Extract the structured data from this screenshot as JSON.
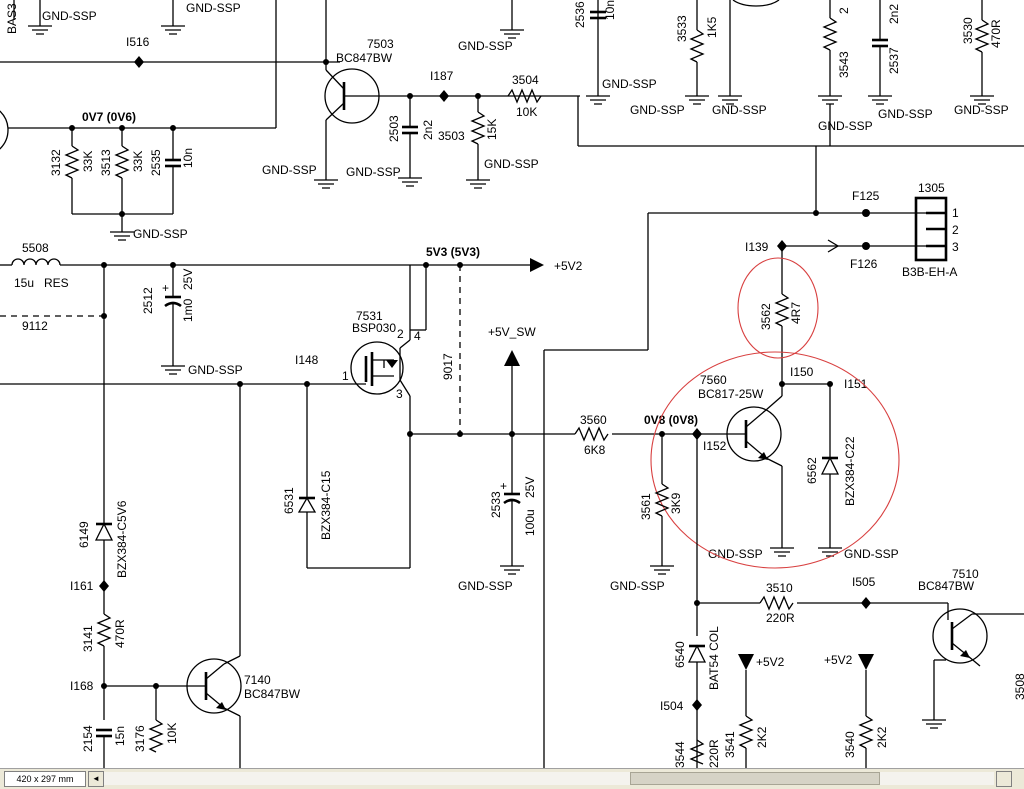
{
  "nets": {
    "gnd": "GND-SSP",
    "v5": "+5V2",
    "v5sw": "+5V_SW",
    "v5v3": "5V3 (5V3)",
    "v0v7": "0V7 (0V6)",
    "v0v8": "0V8 (0V8)"
  },
  "labels": {
    "bas3": "BAS3",
    "i516": "I516",
    "i187": "I187",
    "i139": "I139",
    "i148": "I148",
    "i150": "I150",
    "i151": "I151",
    "i152": "I152",
    "i161": "I161",
    "i168": "I168",
    "i504": "I504",
    "i505": "I505",
    "f125": "F125",
    "f126": "F126"
  },
  "components": {
    "t7503": {
      "ref": "7503",
      "value": "BC847BW"
    },
    "t7531": {
      "ref": "7531",
      "value": "BSP030"
    },
    "t7560": {
      "ref": "7560",
      "value": "BC817-25W"
    },
    "t7140": {
      "ref": "7140",
      "value": "BC847BW"
    },
    "t7510": {
      "ref": "7510",
      "value": "BC847BW"
    },
    "r3504": {
      "ref": "3504",
      "value": "10K"
    },
    "r3503": {
      "ref": "3503",
      "value": "15K"
    },
    "c2503": {
      "ref": "2503",
      "value": "2n2"
    },
    "r3132": {
      "ref": "3132",
      "value": "33K"
    },
    "r3513": {
      "ref": "3513",
      "value": "33K"
    },
    "c2535": {
      "ref": "2535",
      "value": "10n"
    },
    "l5508": {
      "ref": "5508",
      "value": "15u",
      "note": "RES"
    },
    "c2512": {
      "ref": "2512",
      "value": "1m0",
      "rating": "25V"
    },
    "p9112": {
      "ref": "9112"
    },
    "j9017": {
      "ref": "9017"
    },
    "r3562": {
      "ref": "3562",
      "value": "4R7"
    },
    "r3560": {
      "ref": "3560",
      "value": "6K8"
    },
    "r3561": {
      "ref": "3561",
      "value": "3K9"
    },
    "d6562": {
      "ref": "6562",
      "value": "BZX384-C22"
    },
    "d6531": {
      "ref": "6531",
      "value": "BZX384-C15"
    },
    "c2533": {
      "ref": "2533",
      "value": "100u",
      "rating": "25V"
    },
    "d6149": {
      "ref": "6149",
      "value": "BZX384-C5V6"
    },
    "r3141": {
      "ref": "3141",
      "value": "470R"
    },
    "r3510": {
      "ref": "3510",
      "value": "220R"
    },
    "d6540": {
      "ref": "6540",
      "value": "BAT54 COL"
    },
    "r3541": {
      "ref": "3541",
      "value": "2K2"
    },
    "r3540": {
      "ref": "3540",
      "value": "2K2"
    },
    "r3544": {
      "ref": "3544",
      "value": "220R"
    },
    "c2154": {
      "ref": "2154",
      "value": "15n"
    },
    "r3176": {
      "ref": "3176",
      "value": "10K"
    },
    "r3533": {
      "ref": "3533",
      "value": "1K5"
    },
    "r3543": {
      "ref": "3543",
      "value": "2"
    },
    "c2537": {
      "ref": "2537",
      "value": "2n2"
    },
    "r3530": {
      "ref": "3530",
      "value": "470R"
    },
    "c2536": {
      "ref": "2536",
      "value": "10n"
    },
    "r3508": {
      "ref": "3508"
    },
    "con1305": {
      "ref": "1305",
      "value": "B3B-EH-A",
      "pins": [
        "1",
        "2",
        "3"
      ]
    }
  },
  "pins": {
    "mos_gate": "1",
    "mos_drain": "2",
    "mos_tab": "4",
    "mos_source": "3"
  },
  "status": {
    "page_size": "420 x 297 mm",
    "left_arrow": "◄"
  }
}
